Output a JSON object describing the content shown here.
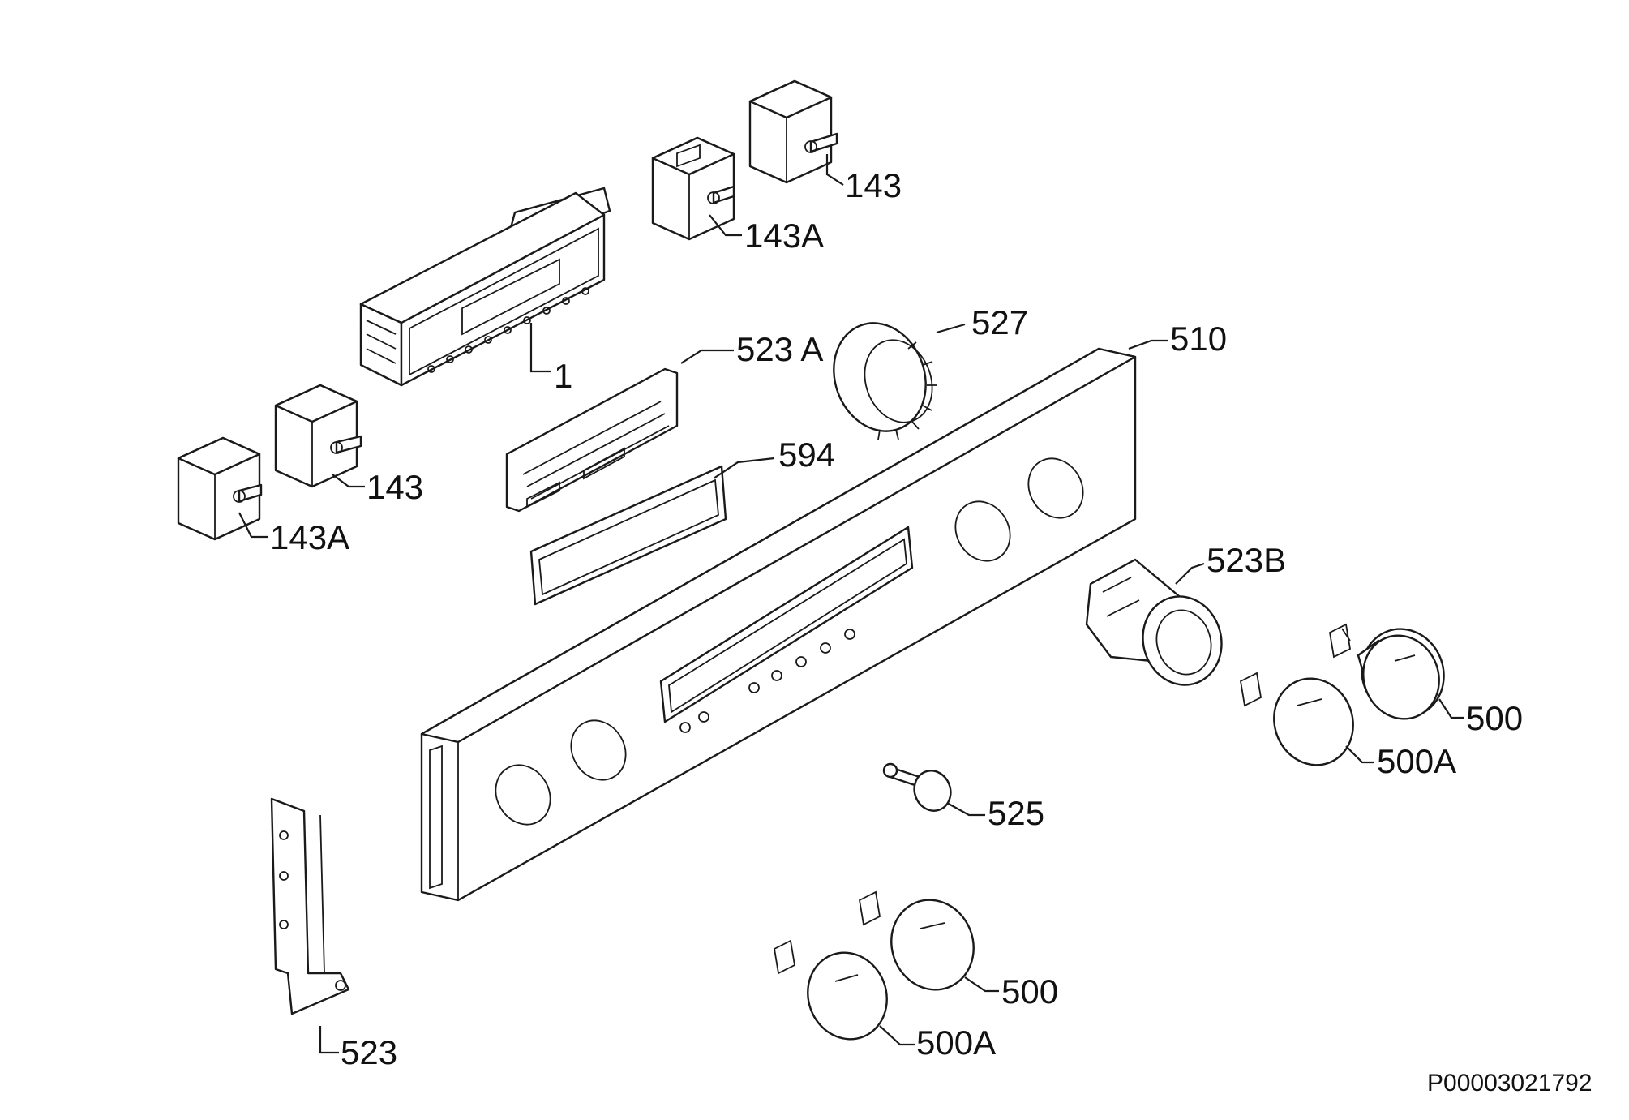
{
  "diagram": {
    "labels": {
      "l_1": "1",
      "l_143_top": "143",
      "l_143a_top": "143A",
      "l_143_left": "143",
      "l_143a_left": "143A",
      "l_527": "527",
      "l_523a": "523 A",
      "l_510": "510",
      "l_594": "594",
      "l_523b": "523B",
      "l_500_right": "500",
      "l_500a_right": "500A",
      "l_525": "525",
      "l_500_bottom": "500",
      "l_500a_bottom": "500A",
      "l_523": "523"
    },
    "drawing_code": "P00003021792"
  }
}
